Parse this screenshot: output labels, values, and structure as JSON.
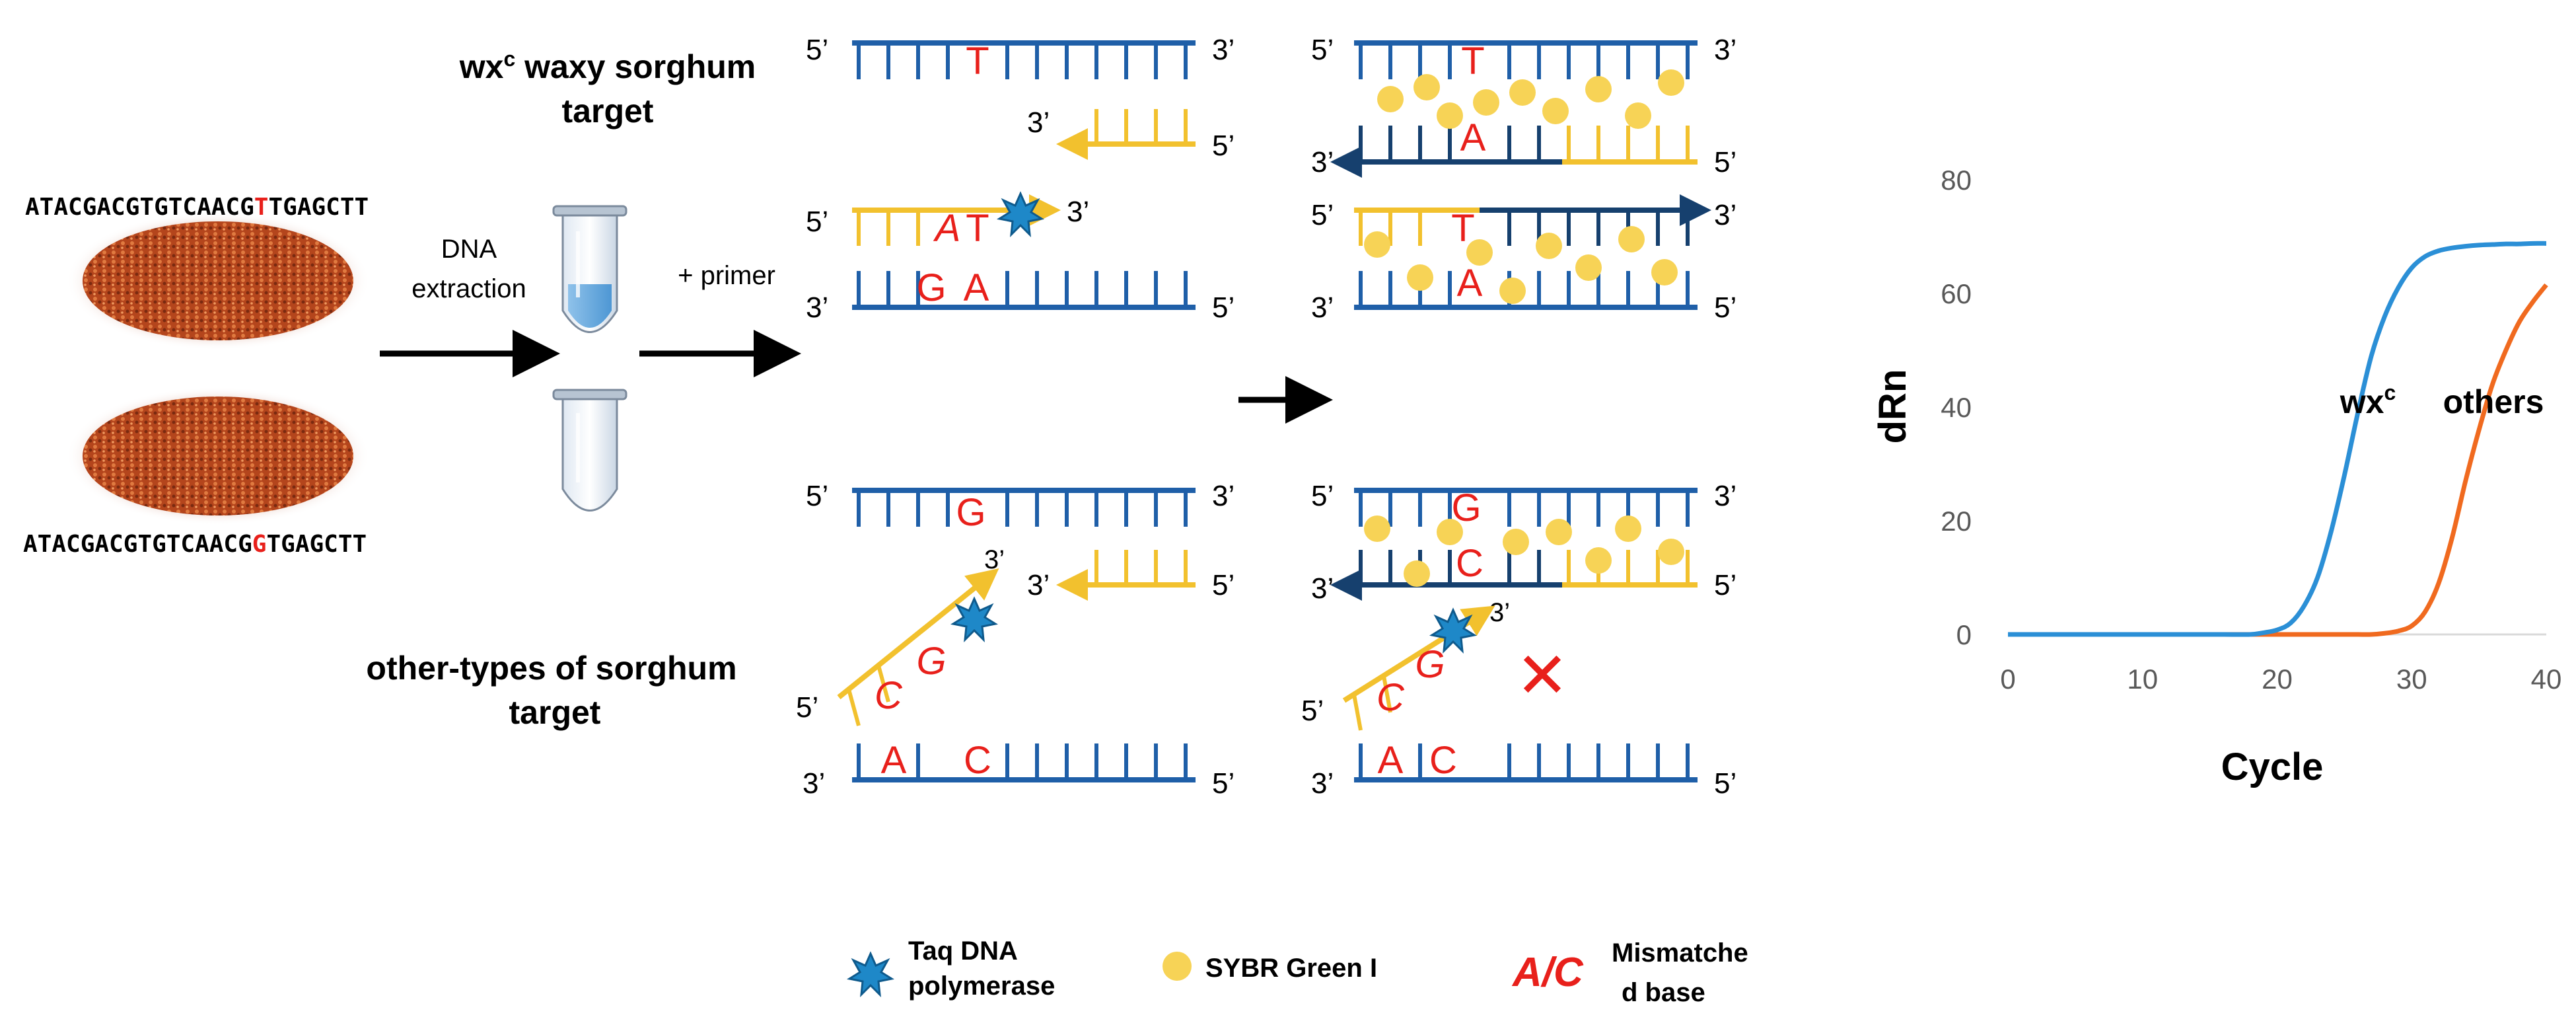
{
  "colors": {
    "strand_blue": "#1f5fa8",
    "strand_dark": "#16406e",
    "strand_yellow": "#f2c12e",
    "mismatch_red": "#e8201b",
    "dye_yellow": "#f7d356",
    "polymerase_blue": "#1e88c8",
    "curve_wx": "#2b8fd6",
    "curve_others": "#f06a1f",
    "seed_red": "#b8401a"
  },
  "samples": {
    "seq_top": {
      "pre": "ATACGACGTGTCAACG",
      "snp": "T",
      "post": "TGAGCTT"
    },
    "seq_bottom": {
      "pre": "ATACGACGTGTCAACG",
      "snp": "G",
      "post": "TGAGCTT"
    },
    "step_extraction": [
      "DNA",
      "extraction"
    ],
    "step_primer": "+ primer"
  },
  "labels": {
    "wx_title": {
      "main": "wx",
      "sup": "c",
      "rest": " waxy sorghum",
      "line2": "target"
    },
    "other_title": [
      "other-types of sorghum",
      "target"
    ],
    "end5": "5’",
    "end3": "3’"
  },
  "bases": {
    "T": "T",
    "G": "G",
    "A": "A",
    "C": "C",
    "AT": [
      "A",
      "T"
    ],
    "GA": [
      "G",
      "A"
    ],
    "CG": [
      "C",
      "G"
    ],
    "AC": [
      "A",
      "C"
    ]
  },
  "no_amplification_mark": "✕",
  "legend": {
    "polymerase": [
      "Taq DNA",
      "polymerase"
    ],
    "dye": "SYBR  Green I",
    "mismatch_symbol": "A/C",
    "mismatch_text": [
      "Mismatche",
      "d base"
    ]
  },
  "icons": [
    "tube-icon",
    "seed-icon",
    "polymerase-icon",
    "dye-icon",
    "arrow-icon",
    "cross-icon"
  ],
  "chart_data": {
    "type": "line",
    "x": [
      0,
      2,
      4,
      6,
      8,
      10,
      12,
      14,
      16,
      18,
      19,
      20,
      21,
      22,
      23,
      24,
      25,
      26,
      27,
      28,
      29,
      30,
      31,
      32,
      33,
      34,
      35,
      36,
      37,
      38,
      39,
      40
    ],
    "series": [
      {
        "name": "wx",
        "name_sup": "c",
        "values": [
          0,
          0,
          0,
          0,
          0,
          0,
          0,
          0,
          0,
          0,
          0.3,
          0.8,
          2,
          5,
          10,
          18,
          28,
          39,
          49,
          56,
          61,
          64.5,
          66.5,
          67.5,
          68,
          68.3,
          68.5,
          68.6,
          68.7,
          68.7,
          68.8,
          68.8
        ]
      },
      {
        "name": "others",
        "values": [
          0,
          0,
          0,
          0,
          0,
          0,
          0,
          0,
          0,
          0,
          0,
          0,
          0,
          0,
          0,
          0,
          0,
          0,
          0,
          0.2,
          0.6,
          1.5,
          4,
          9,
          17,
          27,
          36,
          44,
          50,
          55,
          58.5,
          61.5
        ]
      }
    ],
    "xlabel": "Cycle",
    "ylabel": "dRn",
    "xlim": [
      0,
      40
    ],
    "ylim": [
      0,
      80
    ],
    "xticks": [
      0,
      10,
      20,
      30,
      40
    ],
    "yticks": [
      0,
      20,
      40,
      60,
      80
    ],
    "grid": false
  }
}
